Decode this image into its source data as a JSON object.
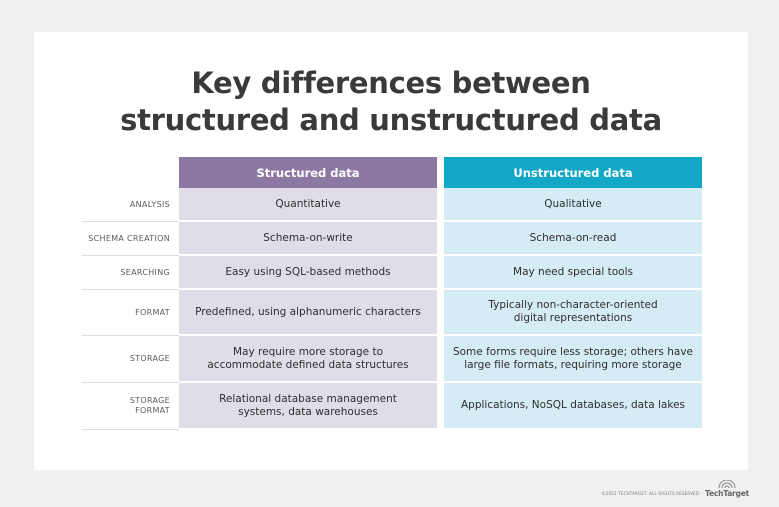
{
  "title": {
    "line1": "Key differences between",
    "line2": "structured and unstructured data"
  },
  "table": {
    "headers": {
      "structured": "Structured data",
      "unstructured": "Unstructured data"
    },
    "rows": [
      {
        "label": "ANALYSIS",
        "structured": "Quantitative",
        "unstructured": "Qualitative"
      },
      {
        "label": "SCHEMA CREATION",
        "structured": "Schema-on-write",
        "unstructured": "Schema-on-read"
      },
      {
        "label": "SEARCHING",
        "structured": "Easy using SQL-based methods",
        "unstructured": "May need special tools"
      },
      {
        "label": "FORMAT",
        "structured": "Predefined, using alphanumeric characters",
        "unstructured": "Typically non-character-oriented\ndigital representations"
      },
      {
        "label": "STORAGE",
        "structured": "May require more storage to\naccommodate defined data structures",
        "unstructured": "Some forms require less storage; others have\nlarge file formats, requiring more storage"
      },
      {
        "label": "STORAGE\nFORMAT",
        "structured": "Relational database management\nsystems, data warehouses",
        "unstructured": "Applications, NoSQL databases, data lakes"
      }
    ]
  },
  "footer": {
    "copyright": "©2022 TECHTARGET. ALL RIGHTS RESERVED",
    "logo_text": "TechTarget",
    "logo_icon": "techtarget-logo-icon"
  },
  "colors": {
    "structured_header": "#8c79a3",
    "unstructured_header": "#13a7c7",
    "structured_cell": "#e1dde8",
    "unstructured_cell": "#d5ecf4"
  }
}
